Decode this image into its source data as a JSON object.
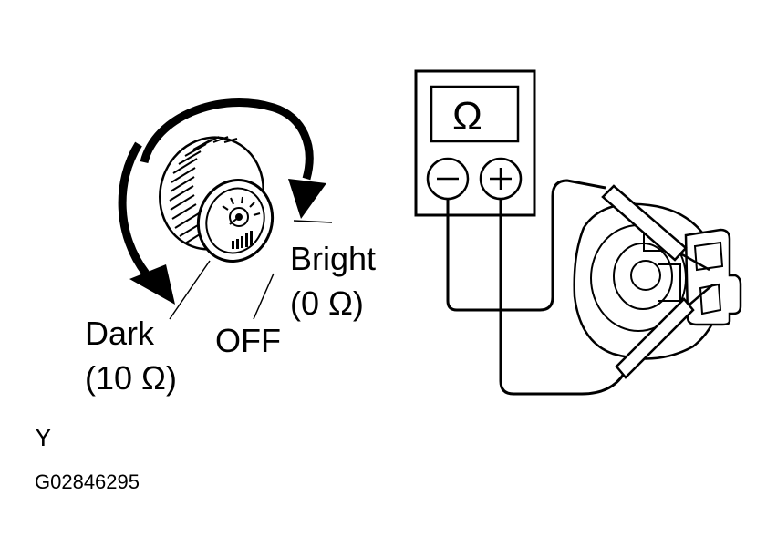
{
  "labels": {
    "bright": "Bright",
    "bright_value": "(0 Ω)",
    "dark": "Dark",
    "dark_value": "(10 Ω)",
    "off": "OFF",
    "meter_symbol": "Ω",
    "figure_letter": "Y",
    "figure_code": "G02846295"
  },
  "colors": {
    "ink": "#000000",
    "background": "#ffffff"
  }
}
